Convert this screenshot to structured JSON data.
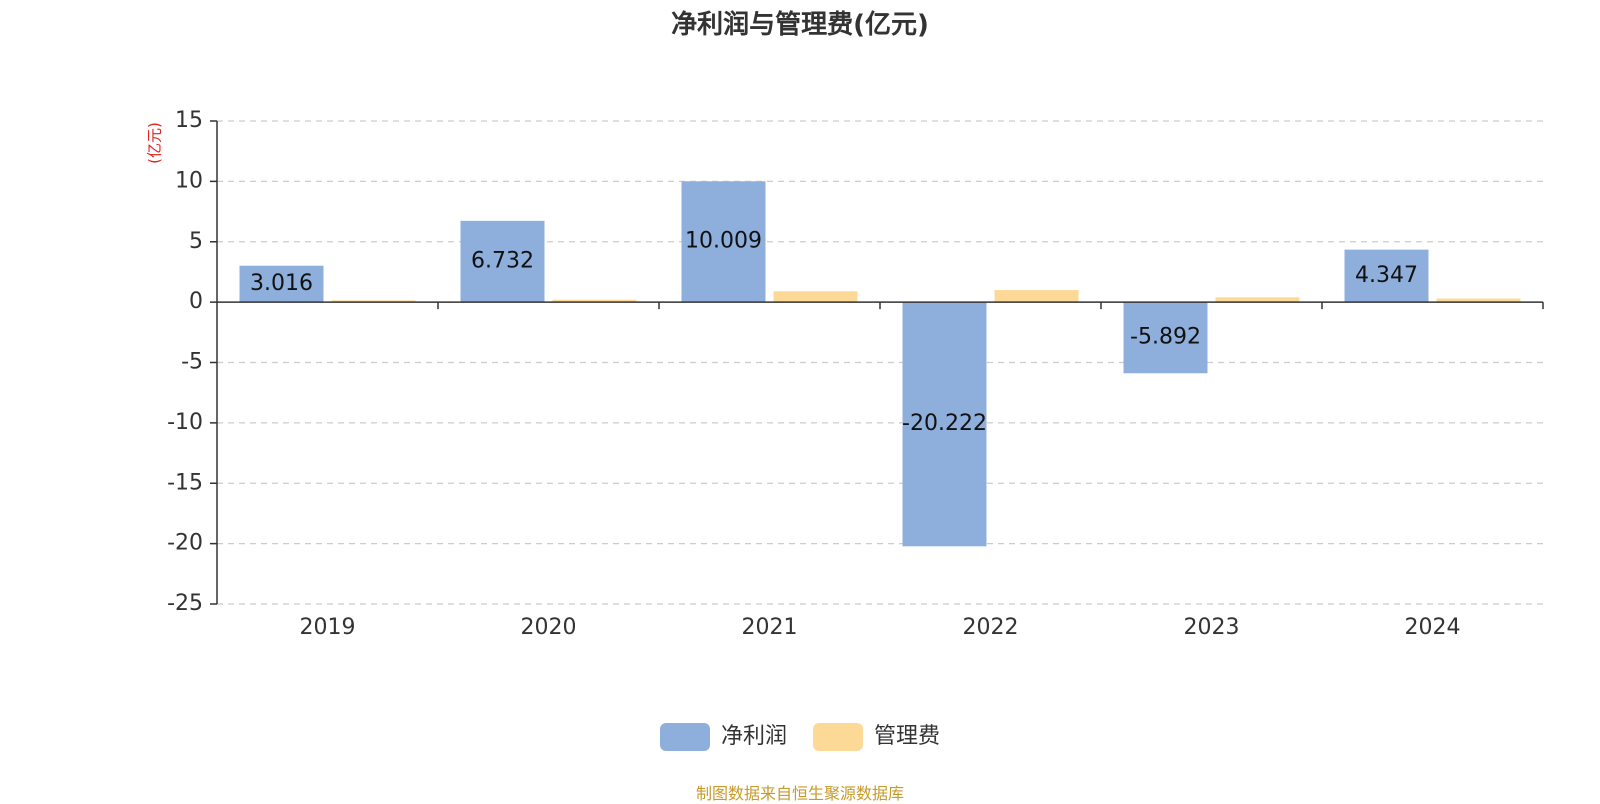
{
  "chart_data": {
    "type": "bar",
    "title": "净利润与管理费(亿元)",
    "ylabel": "(亿元)",
    "categories": [
      "2019",
      "2020",
      "2021",
      "2022",
      "2023",
      "2024"
    ],
    "series": [
      {
        "name": "净利润",
        "values": [
          3.016,
          6.732,
          10.009,
          -20.222,
          -5.892,
          4.347
        ],
        "color": "#8eafdc",
        "labels": [
          "3.016",
          "6.732",
          "10.009",
          "-20.222",
          "-5.892",
          "4.347"
        ]
      },
      {
        "name": "管理费",
        "values": [
          0.15,
          0.2,
          0.9,
          1.0,
          0.4,
          0.3
        ],
        "color": "#fdd998"
      }
    ],
    "ylim": [
      -25,
      15
    ],
    "yticks": [
      15,
      10,
      5,
      0,
      -5,
      -10,
      -15,
      -20,
      -25
    ],
    "grid": true,
    "legend": "bottom-center"
  },
  "source": "制图数据来自恒生聚源数据库",
  "colors": {
    "title": "#333333",
    "ylabel": "#e0201a",
    "source": "#c89a2a",
    "grid": "#cccccc",
    "axis": "#333333"
  }
}
